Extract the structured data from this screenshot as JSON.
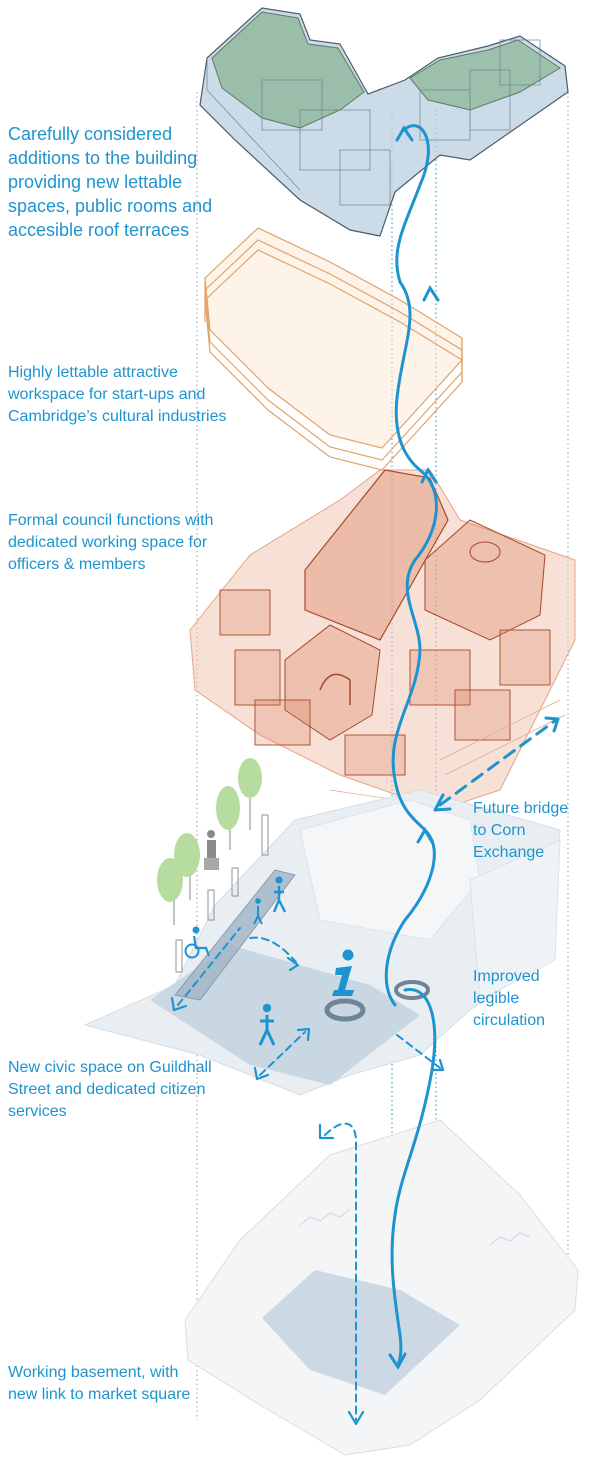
{
  "colors": {
    "accent": "#1d94cf",
    "roof_green": "#8db79a",
    "roof_blue": "#b9cfe0",
    "orange_outline": "#e2a36a",
    "terracotta": "#d9795a",
    "ground_blue": "#c4d4e0",
    "tree_green": "#b6dc9f",
    "grey_line": "#8a8a8a"
  },
  "labels": {
    "roof": "Carefully considered\nadditions to the building\nproviding new lettable\nspaces, public rooms and\naccesible roof terraces",
    "workspace": "Highly lettable attractive\nworkspace for start-ups and\nCambridge’s cultural industries",
    "council": "Formal council functions with\ndedicated working space for\nofficers & members",
    "bridge": "Future bridge\nto Corn\nExchange",
    "circulation": "Improved\nlegible\ncirculation",
    "civic": "New civic space on Guildhall\nStreet and dedicated citizen\nservices",
    "basement": "Working basement, with\nnew link to market square"
  },
  "icons": [
    "information-icon",
    "wheelchair-icon",
    "pedestrian-icon",
    "tree-icon",
    "statue-icon",
    "lift-ring-icon"
  ]
}
